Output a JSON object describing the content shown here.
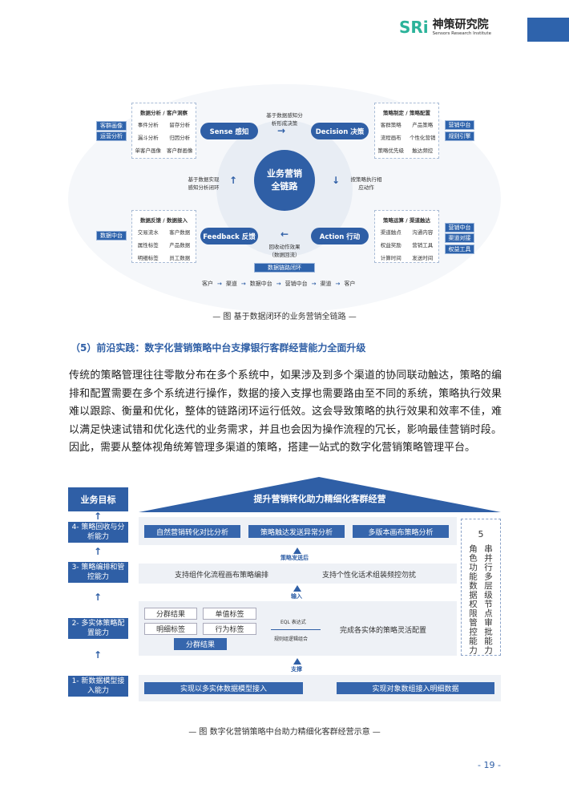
{
  "header": {
    "logo_mark": "SRi",
    "logo_cn": "神策研究院",
    "logo_en": "Sensors Research Institute"
  },
  "fig1": {
    "center": [
      "业务营销",
      "全链路"
    ],
    "sense": "Sense 感知",
    "decision": "Decision 决策",
    "action": "Action 行动",
    "feedback": "Feedback 反馈",
    "top_text": [
      "基于数据感知分",
      "析形成决策"
    ],
    "left_text": [
      "基于数据实现",
      "感知分析闭环"
    ],
    "right_text": [
      "按策略执行相",
      "应动作"
    ],
    "bottom_text": [
      "回收动作效果",
      "（数据回流）"
    ],
    "loop_bar": "数据链路闭环",
    "box_tl": {
      "title": "数据分析 / 客户洞察",
      "items": [
        "事件分析",
        "留存分析",
        "漏斗分析",
        "归因分析",
        "单客户画像",
        "客户群画像"
      ]
    },
    "box_tr": {
      "title": "策略制定 / 策略配置",
      "items": [
        "客群策略",
        "产品策略",
        "流程画布",
        "个性化营销",
        "策略优先级",
        "触达频控"
      ]
    },
    "box_bl": {
      "title": "数据反馈 / 数据接入",
      "items": [
        "交易流水",
        "客户数据",
        "属性标签",
        "产品数据",
        "明细标签",
        "员工数据"
      ]
    },
    "box_br": {
      "title": "策略运算 / 渠道触达",
      "items": [
        "渠道触点",
        "沟通内容",
        "权益奖励",
        "营销工具",
        "计算时间",
        "发送时间"
      ]
    },
    "tags_tl": [
      "客群画像",
      "运营分析"
    ],
    "tags_bl": [
      "数据中台"
    ],
    "tags_tr": [
      "营销中台",
      "规则引擎"
    ],
    "tags_br": [
      "营销中台",
      "渠道对接",
      "权益工具"
    ],
    "flow": [
      "客户",
      "渠道",
      "数据中台",
      "营销中台",
      "渠道",
      "客户"
    ],
    "caption": "— 图  基于数据闭环的业务营销全链路 —"
  },
  "section_title": "（5）前沿实践：数字化营销策略中台支撑银行客群经营能力全面升级",
  "paragraph": "传统的策略管理往往零散分布在多个系统中，如果涉及到多个渠道的协同联动触达，策略的编排和配置需要在多个系统进行操作，数据的接入支撑也需要路由至不同的系统，策略执行效果难以跟踪、衡量和优化，整体的链路闭环运行低效。这会导致策略的执行效果和效率不佳，难以满足快速试错和优化迭代的业务需求，并且也会因为操作流程的冗长，影响最佳营销时段。因此，需要从整体视角统筹管理多渠道的策略，搭建一站式的数字化营销策略管理平台。",
  "fig2": {
    "goal": "业务目标",
    "roof": "提升营销转化助力精细化客群经营",
    "levels": [
      "4- 策略回收与分析能力",
      "3- 策略编排和管控能力",
      "2- 多实体策略配置能力",
      "1- 新数据模型接入能力"
    ],
    "row4": [
      "自然营销转化对比分析",
      "策略触达发送异常分析",
      "多版本画布策略分析"
    ],
    "l_after": "策略发送后",
    "row3": [
      "支持组件化流程画布策略编排",
      "支持个性化话术组装频控勿扰"
    ],
    "l_input": "输入",
    "row2_boxes": [
      "分群结果",
      "单值标签",
      "明细标签",
      "行为标签"
    ],
    "row2_blue": "分群结果",
    "eql": "EQL 表达式",
    "rule": "规则组逻辑组合",
    "row2_text": "完成各实体的策略灵活配置",
    "l_support": "支撑",
    "row1": [
      "实现以多实体数据模型接入",
      "实现对象数组接入明细数据"
    ],
    "side_num": "5",
    "side_col1": "串并行多层级节点审批能力",
    "side_col2": "角色功能数据权限管控能力",
    "caption": "— 图  数字化营销策略中台助力精细化客群经营示意 —"
  },
  "page_number": "- 19 -"
}
